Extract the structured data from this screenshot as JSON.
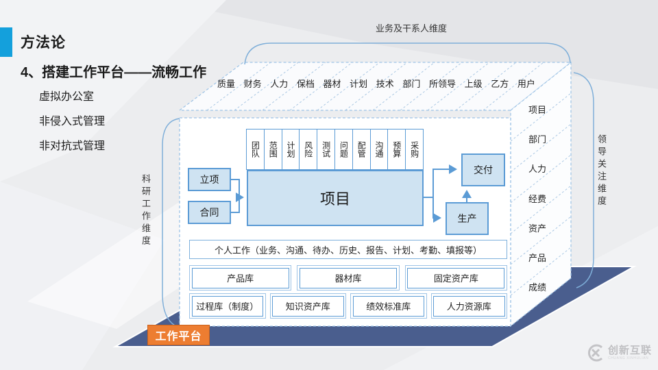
{
  "slide": {
    "kicker": "方法论",
    "heading": "4、搭建工作平台——流畅工作",
    "bullets": [
      "虚拟办公室",
      "非侵入式管理",
      "非对抗式管理"
    ]
  },
  "diagram": {
    "top_dimension": "业务及干系人维度",
    "left_dimension": "科研工作维度",
    "right_dimension": "领导关注维度",
    "top_row": [
      "质量",
      "财务",
      "人力",
      "保档",
      "器材",
      "计划",
      "技术",
      "部门",
      "所领导",
      "上级",
      "乙方",
      "用户"
    ],
    "columns": [
      "团队",
      "范围",
      "计划",
      "风险",
      "测试",
      "问题",
      "配管",
      "沟通",
      "预算",
      "采购"
    ],
    "boxes": {
      "lixiang": "立项",
      "hetong": "合同",
      "xiangmu": "项目",
      "jiaofu": "交付",
      "shengchan": "生产"
    },
    "personal_row": "个人工作（业务、沟通、待办、历史、报告、计划、考勤、填报等）",
    "libraries_row1": [
      "产品库",
      "器材库",
      "固定资产库"
    ],
    "libraries_row2": [
      "过程库（制度）",
      "知识资产库",
      "绩效标准库",
      "人力资源库"
    ],
    "right_face": [
      "项目",
      "部门",
      "人力",
      "经费",
      "资产",
      "产品",
      "成绩"
    ],
    "platform_label": "工作平台"
  },
  "watermark": {
    "name": "创新互联",
    "tagline": "CHUANG XINHULIAN"
  },
  "colors": {
    "accent_bar": "#14A0DC",
    "box_border": "#5B9BD5",
    "box_fill": "#CFE3F2",
    "dashed_line": "#9DC3E6",
    "floor": "#4A5E8E",
    "platform_orange": "#ED7D31"
  }
}
